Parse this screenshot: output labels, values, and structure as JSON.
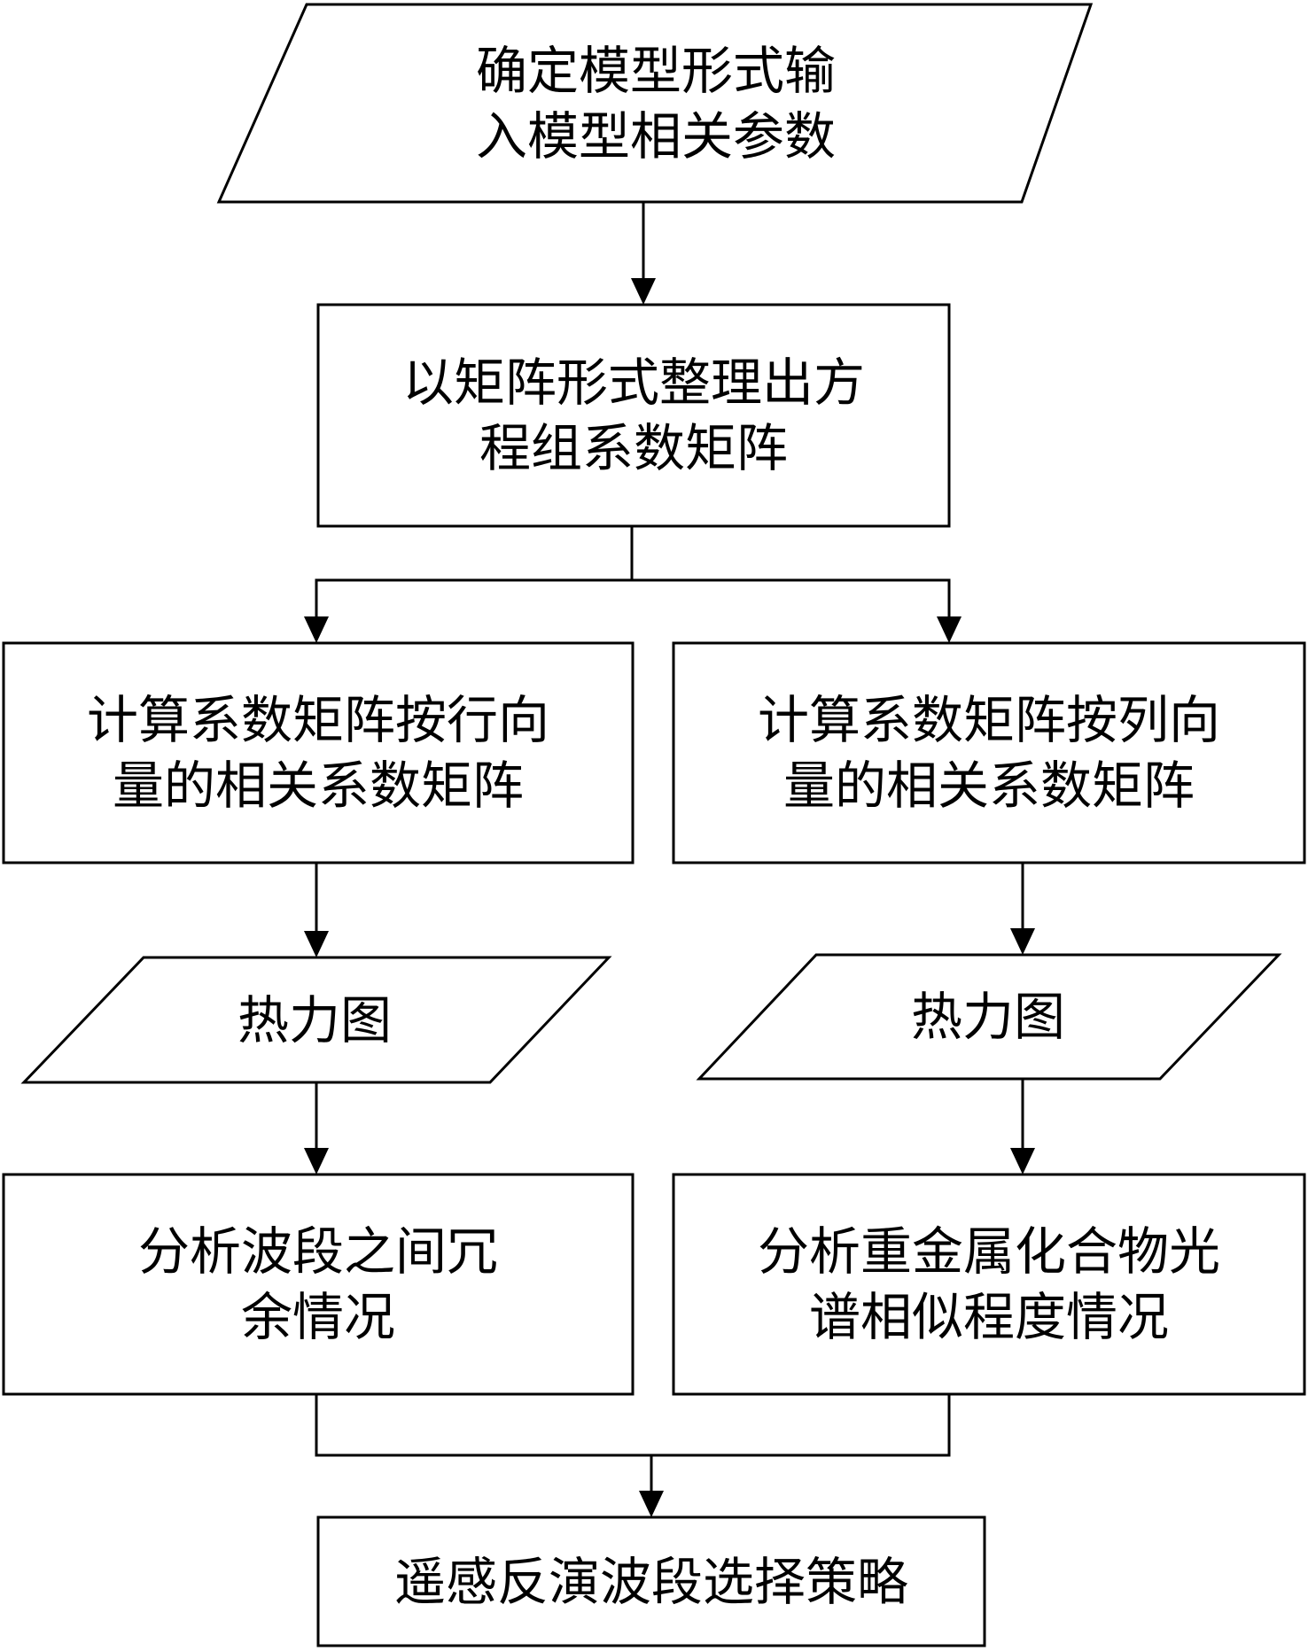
{
  "nodes": {
    "input_params": {
      "lines": [
        "确定模型形式输",
        "入模型相关参数"
      ]
    },
    "matrix": {
      "lines": [
        "以矩阵形式整理出方",
        "程组系数矩阵"
      ]
    },
    "row_corr": {
      "lines": [
        "计算系数矩阵按行向",
        "量的相关系数矩阵"
      ]
    },
    "col_corr": {
      "lines": [
        "计算系数矩阵按列向",
        "量的相关系数矩阵"
      ]
    },
    "heatmap_left": {
      "lines": [
        "热力图"
      ]
    },
    "heatmap_right": {
      "lines": [
        "热力图"
      ]
    },
    "band_redundancy": {
      "lines": [
        "分析波段之间冗",
        "余情况"
      ]
    },
    "spectral_similarity": {
      "lines": [
        "分析重金属化合物光",
        "谱相似程度情况"
      ]
    },
    "band_selection": {
      "lines": [
        "遥感反演波段选择策略"
      ]
    }
  }
}
